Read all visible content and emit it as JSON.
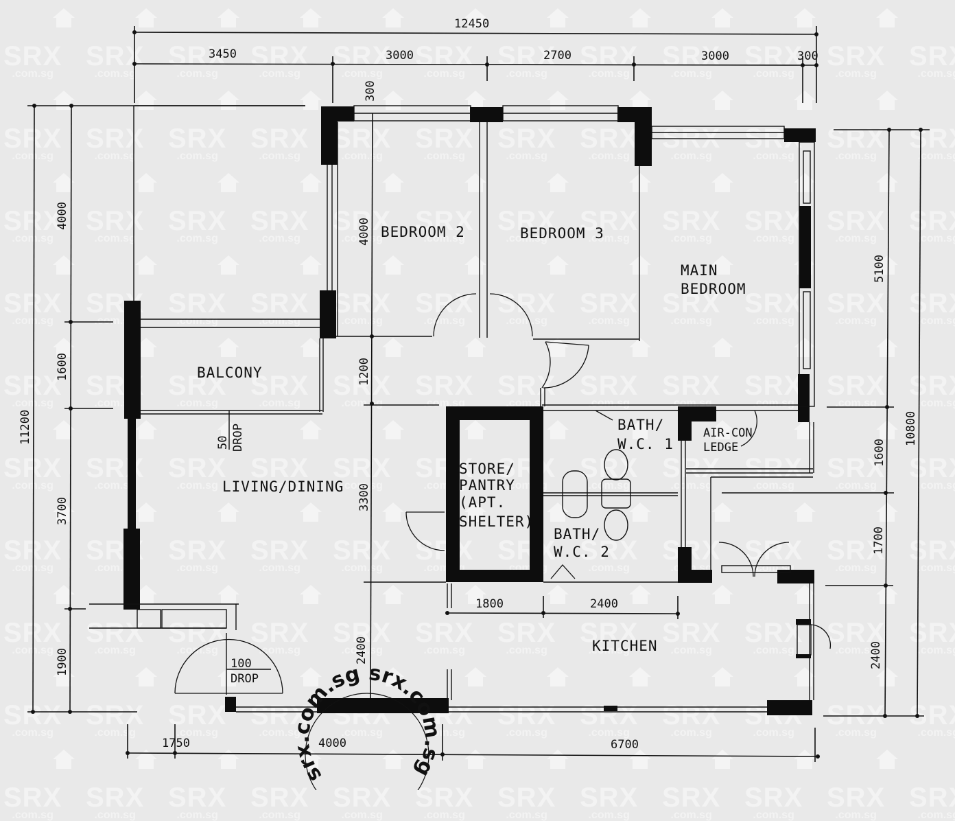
{
  "plan": {
    "rooms": {
      "bedroom2": "BEDROOM 2",
      "bedroom3": "BEDROOM 3",
      "main_bedroom_line1": "MAIN",
      "main_bedroom_line2": "BEDROOM",
      "balcony": "BALCONY",
      "living_dining": "LIVING/DINING",
      "store_line1": "STORE/",
      "store_line2": "PANTRY",
      "store_line3": "(APT.",
      "store_line4": "SHELTER)",
      "bath1_line1": "BATH/",
      "bath1_line2": "W.C. 1",
      "bath2_line1": "BATH/",
      "bath2_line2": "W.C. 2",
      "aircon_line1": "AIR-CON",
      "aircon_line2": "LEDGE",
      "kitchen": "KITCHEN"
    },
    "annotations": {
      "balcony_drop_value": "50",
      "balcony_drop_label": "DROP",
      "entrance_drop_value": "100",
      "entrance_drop_label": "DROP"
    },
    "dimensions": {
      "top_total": "12450",
      "top_segments": [
        "3450",
        "3000",
        "2700",
        "3000",
        "300"
      ],
      "top_window_offset": "300",
      "left_total": "11200",
      "left_segments": [
        "4000",
        "1600",
        "3700",
        "1900"
      ],
      "inner_vertical": [
        "4000",
        "1200",
        "3300",
        "2400"
      ],
      "right_total": "10800",
      "right_segments": [
        "5100",
        "1600",
        "1700",
        "2400"
      ],
      "kitchen_inner": [
        "1800",
        "2400"
      ],
      "bottom_segments": [
        "1750",
        "4000",
        "6700"
      ]
    },
    "watermark": {
      "brand": "SRX",
      "domain": ".com.sg",
      "stamp_text": "srx.com.sg  srx.com.sg"
    }
  }
}
